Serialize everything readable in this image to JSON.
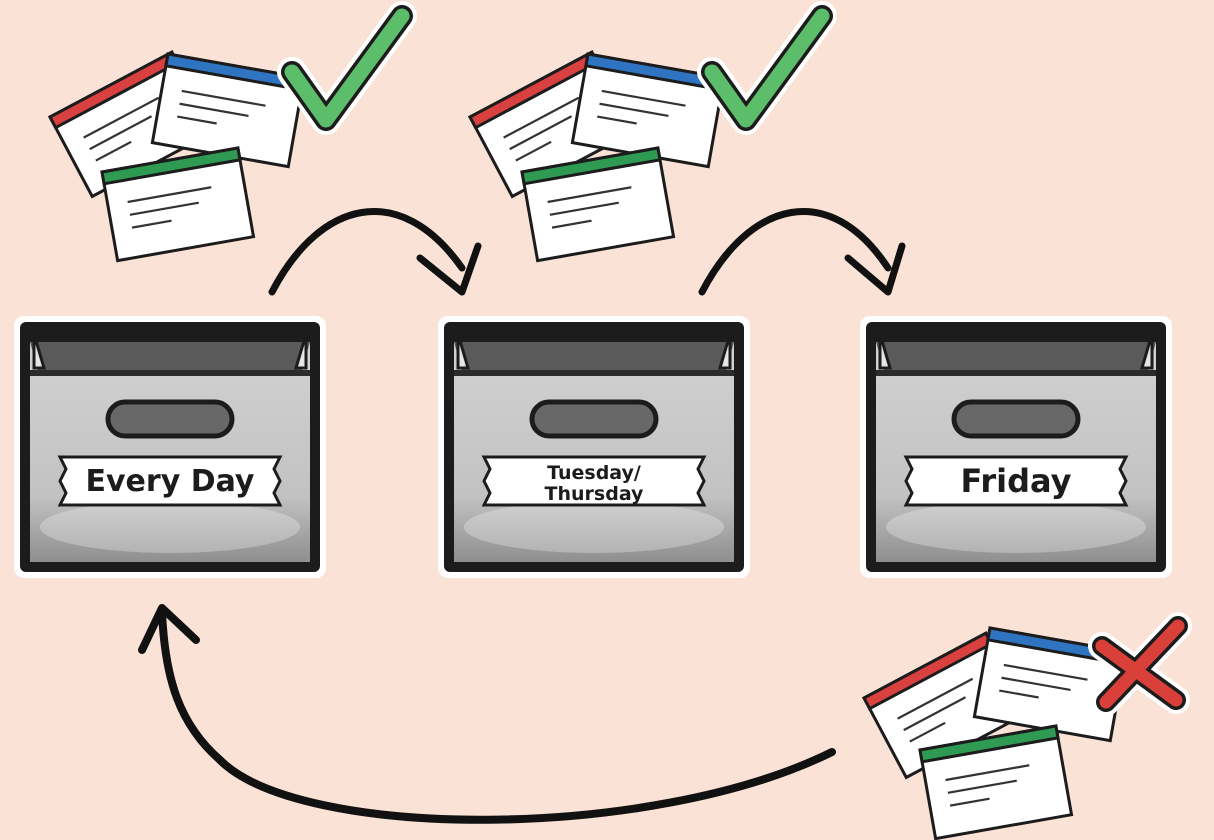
{
  "diagram": {
    "boxes": [
      {
        "label_lines": [
          "Every Day"
        ]
      },
      {
        "label_lines": [
          "Tuesday/",
          "Thursday"
        ]
      },
      {
        "label_lines": [
          "Friday"
        ]
      }
    ],
    "card_groups": [
      {
        "result": "pass",
        "result_icon": "check-icon"
      },
      {
        "result": "pass",
        "result_icon": "check-icon"
      },
      {
        "result": "fail",
        "result_icon": "x-mark-icon"
      }
    ],
    "arrows": [
      {
        "from": "Every Day",
        "to": "Tuesday/Thursday"
      },
      {
        "from": "Tuesday/Thursday",
        "to": "Friday"
      },
      {
        "from": "Friday",
        "to": "Every Day"
      }
    ],
    "colors": {
      "background": "#fae3d6",
      "box": "#c4c4c4",
      "check": "#5cbd6a",
      "x_mark": "#d9403a",
      "card_red": "#d94040",
      "card_blue": "#2f74c0",
      "card_green": "#2f9a52"
    }
  }
}
